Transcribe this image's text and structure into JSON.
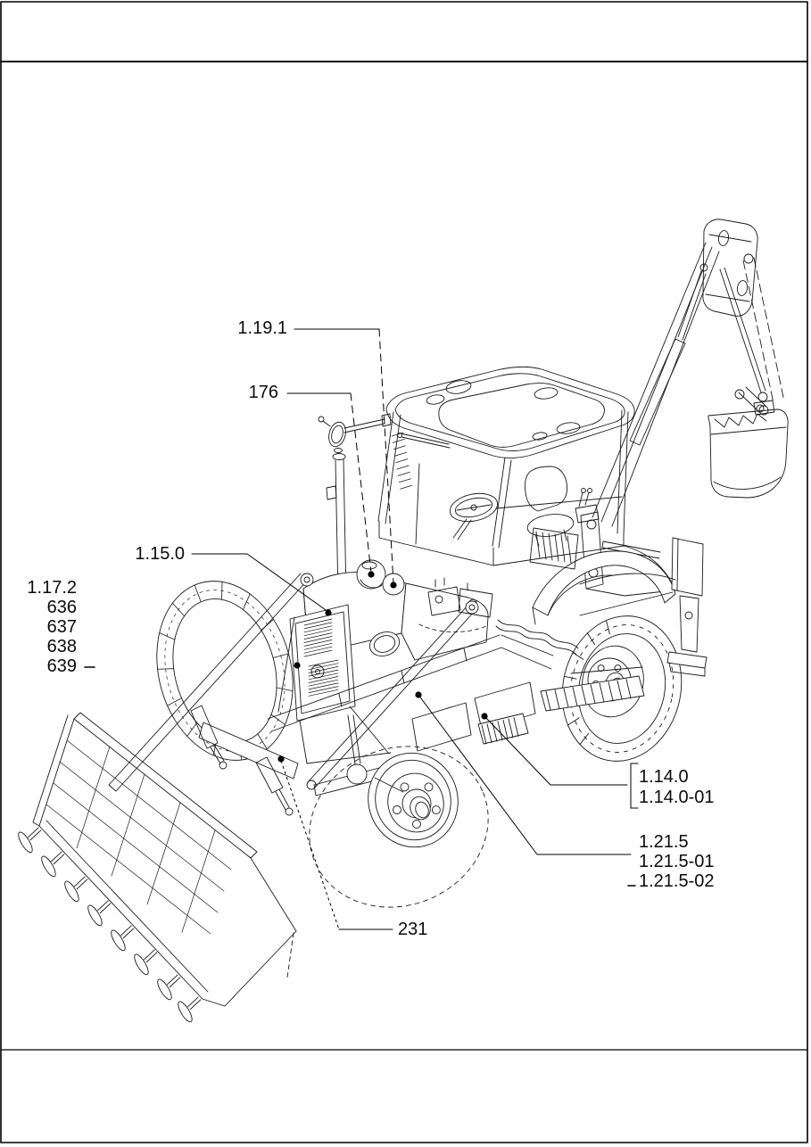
{
  "figure": {
    "description_note": ""
  },
  "callouts": {
    "ref_1_19_1": "1.19.1",
    "ref_176": "176",
    "ref_1_15_0": "1.15.0",
    "ref_1_17_2_group": {
      "title": "1.17.2",
      "items": [
        "636",
        "637",
        "638",
        "639"
      ]
    },
    "ref_1_14_group": {
      "lines": [
        "1.14.0",
        "1.14.0-01"
      ]
    },
    "ref_1_21_5_group": {
      "lines": [
        "1.21.5",
        "1.21.5-01",
        "1.21.5-02"
      ]
    },
    "ref_231": "231"
  },
  "colors": {
    "ink": "#111111",
    "paper": "#ffffff"
  }
}
